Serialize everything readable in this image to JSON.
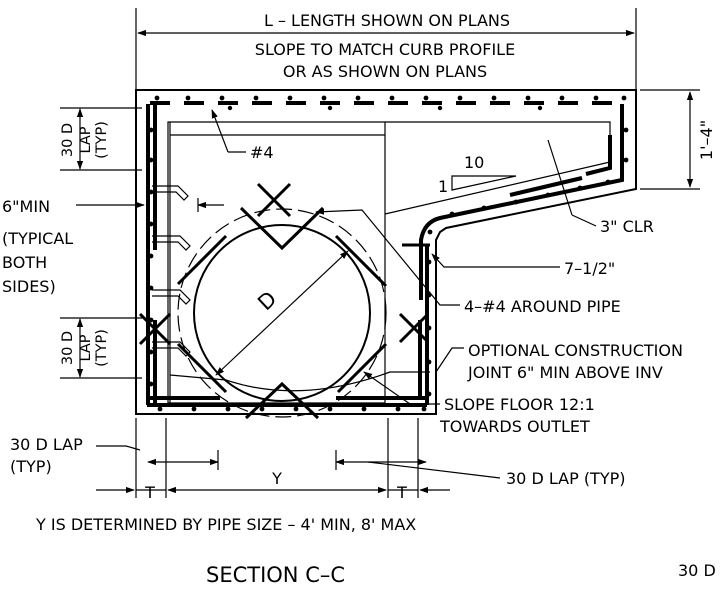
{
  "diagram": {
    "labels": {
      "length": "L – LENGTH SHOWN ON PLANS",
      "slope_line1": "SLOPE TO MATCH CURB PROFILE",
      "slope_line2": "OR AS SHOWN ON PLANS",
      "bar4": "#4",
      "top_height": "1'–4\"",
      "slope_run": "10",
      "slope_rise": "1",
      "clear": "3\" CLR",
      "thick_7_5": "7–1/2\"",
      "around_pipe": "4–#4 AROUND PIPE",
      "six_min": "6\"MIN",
      "typical1": "(TYPICAL",
      "typical2": "BOTH",
      "typical3": "SIDES)",
      "lap_30d": "30 D",
      "lap_word": "LAP",
      "lap_typ": "(TYP)",
      "diameter": "D",
      "optional1": "OPTIONAL CONSTRUCTION",
      "optional2": "JOINT 6\" MIN ABOVE INV",
      "floor1": "SLOPE FLOOR 12:1",
      "floor2": "TOWARDS OUTLET",
      "lap_left1": "30 D LAP",
      "lap_left2": "(TYP)",
      "lap_right": "30 D LAP (TYP)",
      "dim_t": "T",
      "dim_y": "Y",
      "y_note": "Y IS DETERMINED BY PIPE SIZE – 4' MIN, 8' MAX",
      "section": "SECTION C–C",
      "cut_off": "30 D"
    }
  }
}
